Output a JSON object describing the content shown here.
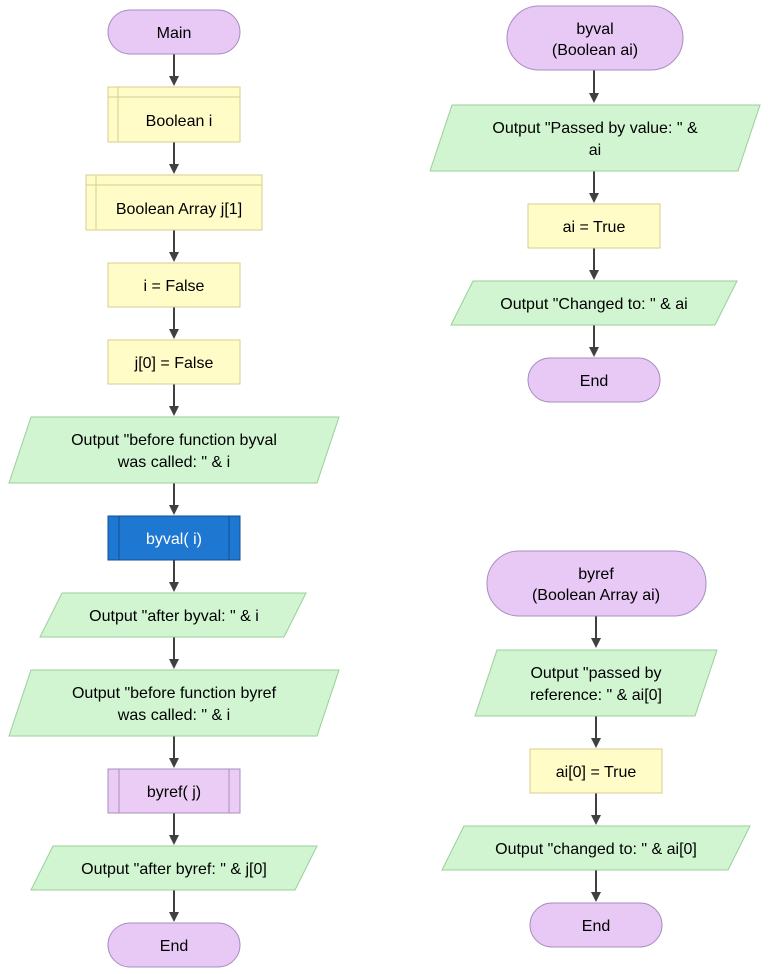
{
  "colors": {
    "terminal_fill": "#e8c8f5",
    "terminal_stroke": "#a78fbf",
    "process_fill": "#fffcc8",
    "process_stroke": "#d6cf8e",
    "io_fill": "#d0f5d0",
    "io_stroke": "#9bcf9b",
    "call_active_fill": "#1e78d2",
    "call_active_stroke": "#114f91",
    "call_fill": "#ebccf5",
    "call_stroke": "#a78fbf",
    "arrow": "#404040"
  },
  "main": {
    "start": "Main",
    "decl_i": "Boolean i",
    "decl_j": "Boolean Array j[1]",
    "assign_i": "i = False",
    "assign_j": "j[0] = False",
    "out_before_byval_1": "Output \"before function byval",
    "out_before_byval_2": "was called: \" & i",
    "call_byval": "byval( i)",
    "out_after_byval": "Output \"after byval: \" & i",
    "out_before_byref_1": "Output \"before function byref",
    "out_before_byref_2": "was called: \" & i",
    "call_byref": "byref( j)",
    "out_after_byref": "Output \"after byref: \" & j[0]",
    "end": "End"
  },
  "byval": {
    "start_1": "byval",
    "start_2": "(Boolean ai)",
    "out_passed_1": "Output \"Passed by value: \" &",
    "out_passed_2": "ai",
    "assign": "ai = True",
    "out_changed": "Output \"Changed to: \" & ai",
    "end": "End"
  },
  "byref": {
    "start_1": "byref",
    "start_2": "(Boolean Array ai)",
    "out_passed_1": "Output \"passed by",
    "out_passed_2": "reference: \" & ai[0]",
    "assign": "ai[0] = True",
    "out_changed": "Output \"changed to: \" & ai[0]",
    "end": "End"
  }
}
